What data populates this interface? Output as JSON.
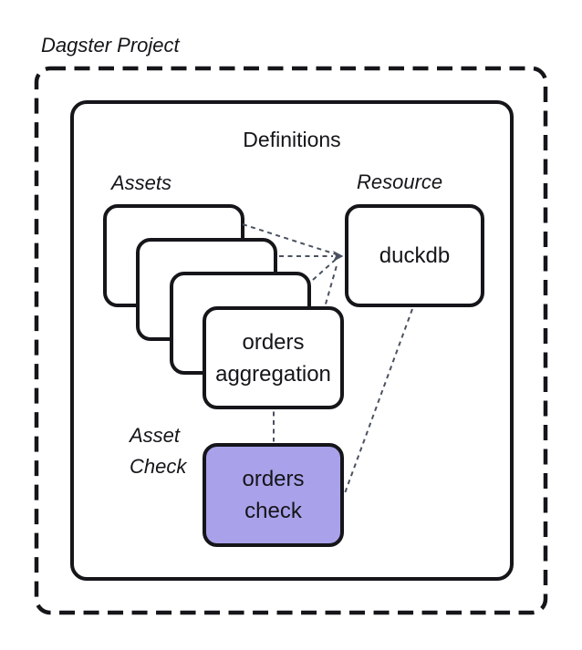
{
  "diagram": {
    "title": "Dagster Project",
    "definitions": {
      "label": "Definitions"
    },
    "group_labels": {
      "assets": "Assets",
      "resource": "Resource",
      "asset_check_line1": "Asset",
      "asset_check_line2": "Check"
    },
    "nodes": {
      "asset_front": {
        "label_lines": [
          "orders",
          "aggregation"
        ]
      },
      "resource": {
        "label": "duckdb"
      },
      "asset_check": {
        "label_lines": [
          "orders",
          "check"
        ]
      }
    },
    "edges": [
      {
        "from": "asset-card-1",
        "to": "duckdb",
        "arrow": true
      },
      {
        "from": "asset-card-2",
        "to": "duckdb",
        "arrow": true
      },
      {
        "from": "asset-card-3",
        "to": "duckdb",
        "arrow": true
      },
      {
        "from": "orders-aggregation",
        "to": "duckdb",
        "arrow": true
      },
      {
        "from": "duckdb",
        "to": "orders-check",
        "arrow": false
      },
      {
        "from": "orders-aggregation",
        "to": "orders-check",
        "arrow": false
      }
    ]
  },
  "colors": {
    "c-bg": "#ffffff",
    "c-text": "#15151a",
    "c-border": "#15151a",
    "c-connector": "#4a5260",
    "c-purple": "#a9a2ea"
  }
}
